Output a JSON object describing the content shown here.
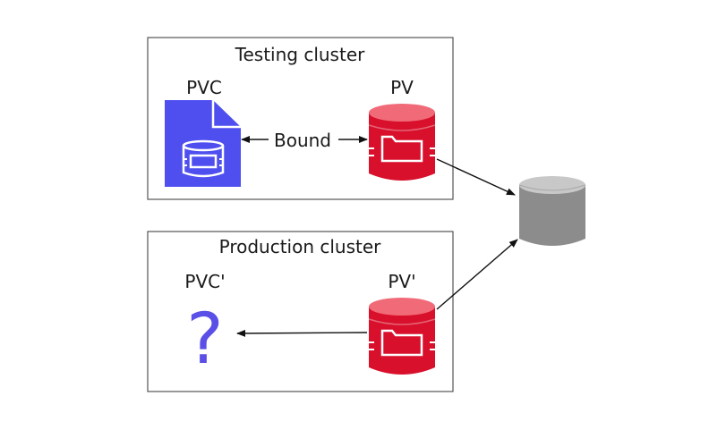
{
  "testing_cluster": {
    "title": "Testing cluster",
    "pvc_label": "PVC",
    "pv_label": "PV",
    "bound_label": "Bound"
  },
  "production_cluster": {
    "title": "Production cluster",
    "pvc_label": "PVC'",
    "pv_label": "PV'",
    "unknown_symbol": "?"
  },
  "colors": {
    "pvc_blue": "#4f4ff0",
    "pv_red": "#d8102c",
    "pv_red_top": "#f06a78",
    "storage_gray": "#8c8c8c",
    "storage_gray_top": "#c8c8c8",
    "question_purple": "#5a4fe6"
  },
  "icons": {
    "pvc": "document-database-icon",
    "pv": "database-folder-icon",
    "storage": "storage-cylinder-icon"
  }
}
